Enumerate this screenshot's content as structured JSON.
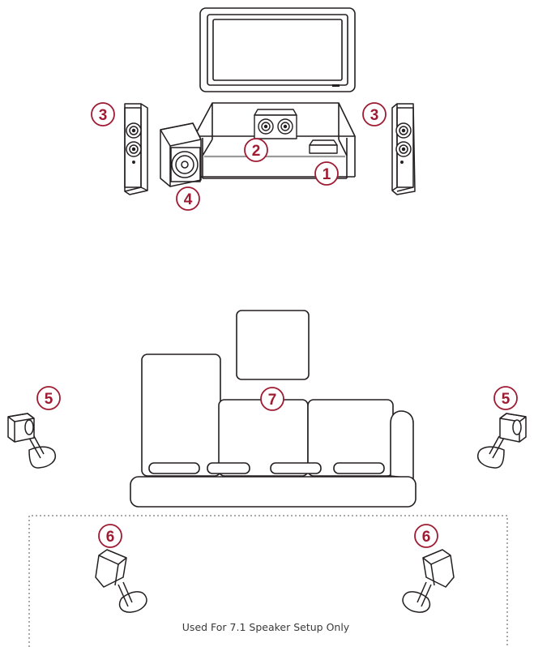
{
  "colors": {
    "badge": "#9e1b32",
    "line": "#231f20",
    "glass": "#9a9a9a",
    "dash": "#555555"
  },
  "badges": {
    "av_receiver": "1",
    "center_speaker": "2",
    "front_left_tower": "3",
    "front_right_tower": "3",
    "subwoofer": "4",
    "surround_left": "5",
    "surround_right": "5",
    "surround_back_left": "6",
    "surround_back_right": "6",
    "seating": "7"
  },
  "rear_zone": {
    "caption": "Used For 7.1 Speaker Setup Only"
  }
}
